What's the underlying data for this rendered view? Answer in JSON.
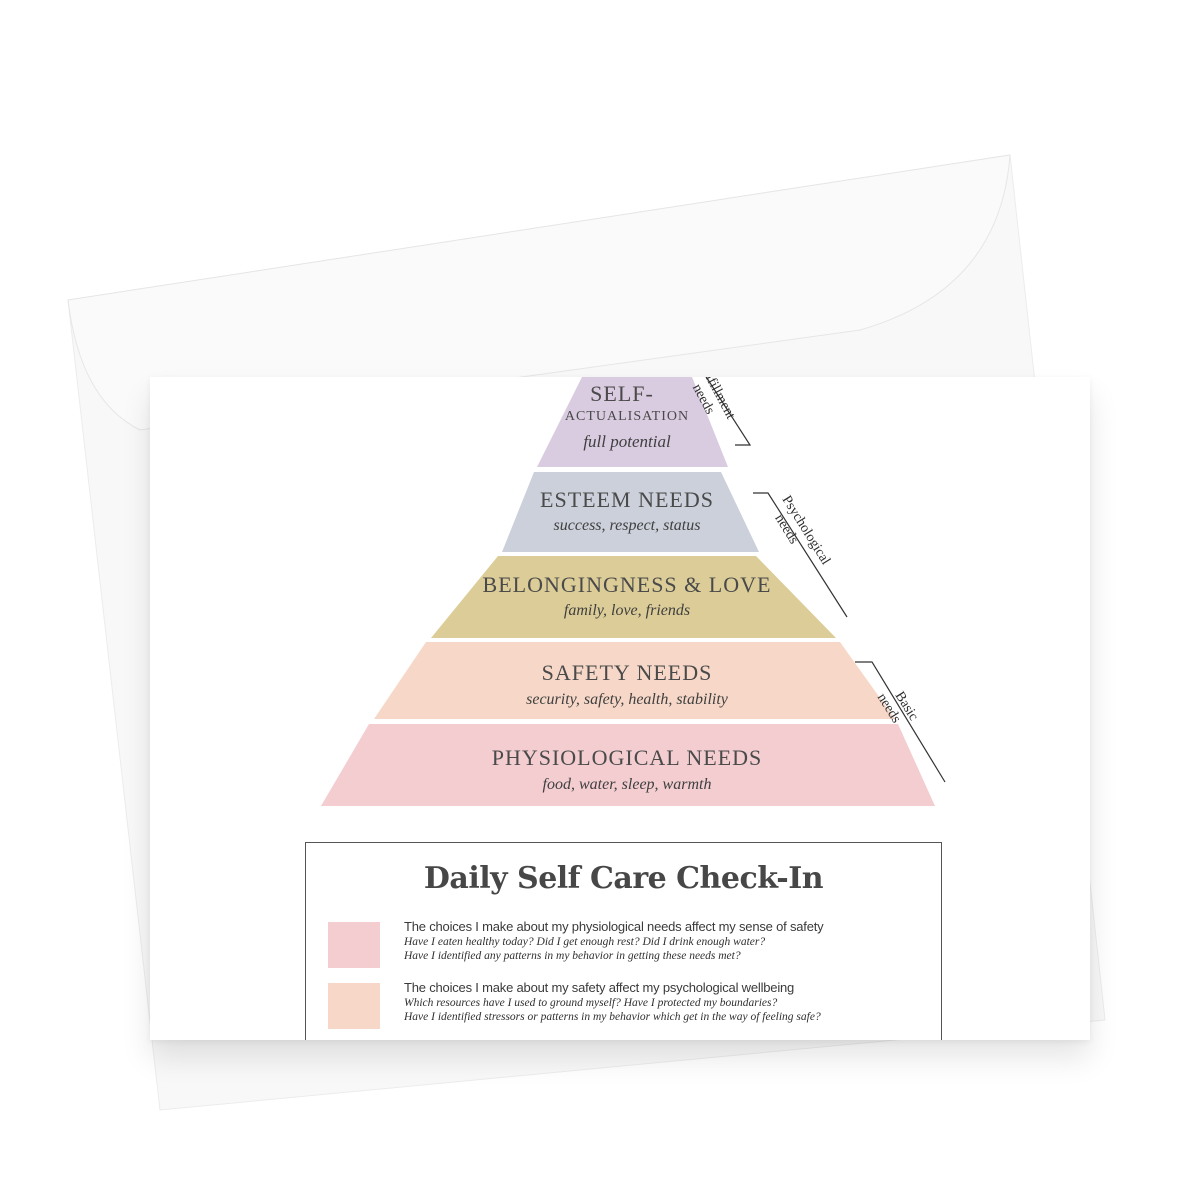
{
  "colors": {
    "background": "#ffffff",
    "envelope": "#f8f8f8",
    "self_actualisation": "#d9cbe0",
    "esteem": "#cbd0da",
    "belonging": "#dccd98",
    "safety": "#f7d8c8",
    "physiological": "#f3cdd0",
    "text": "#4a4a4a"
  },
  "pyramid": {
    "tiers": [
      {
        "title_line1": "SELF-",
        "title_line2": "ACTUALISATION",
        "subtitle": "full potential"
      },
      {
        "title": "ESTEEM NEEDS",
        "subtitle": "success, respect, status"
      },
      {
        "title": "BELONGINGNESS & LOVE",
        "subtitle": "family, love, friends"
      },
      {
        "title": "SAFETY NEEDS",
        "subtitle": "security, safety, health, stability"
      },
      {
        "title": "PHYSIOLOGICAL NEEDS",
        "subtitle": "food, water, sleep, warmth"
      }
    ],
    "groups": {
      "fulfillment": {
        "line1": "fulfillment",
        "line2": "needs"
      },
      "psychological": {
        "line1": "Psychological",
        "line2": "needs"
      },
      "basic": {
        "line1": "Basic",
        "line2": "needs"
      }
    }
  },
  "checkin": {
    "title": "Daily Self Care Check-In",
    "rows": [
      {
        "swatch_color": "#f3cdd0",
        "heading": "The choices I make about my physiological needs affect my sense of safety",
        "q1": "Have I eaten healthy today?  Did I get enough rest?  Did I drink enough water?",
        "q2": "Have I identified any patterns in my behavior in getting these needs met?"
      },
      {
        "swatch_color": "#f7d8c8",
        "heading": "The choices I make about my safety affect my psychological wellbeing",
        "q1": "Which resources have I used to ground myself? Have I protected my boundaries?",
        "q2": "Have I identified stressors or patterns in my behavior which get in the way of feeling safe?"
      }
    ]
  }
}
